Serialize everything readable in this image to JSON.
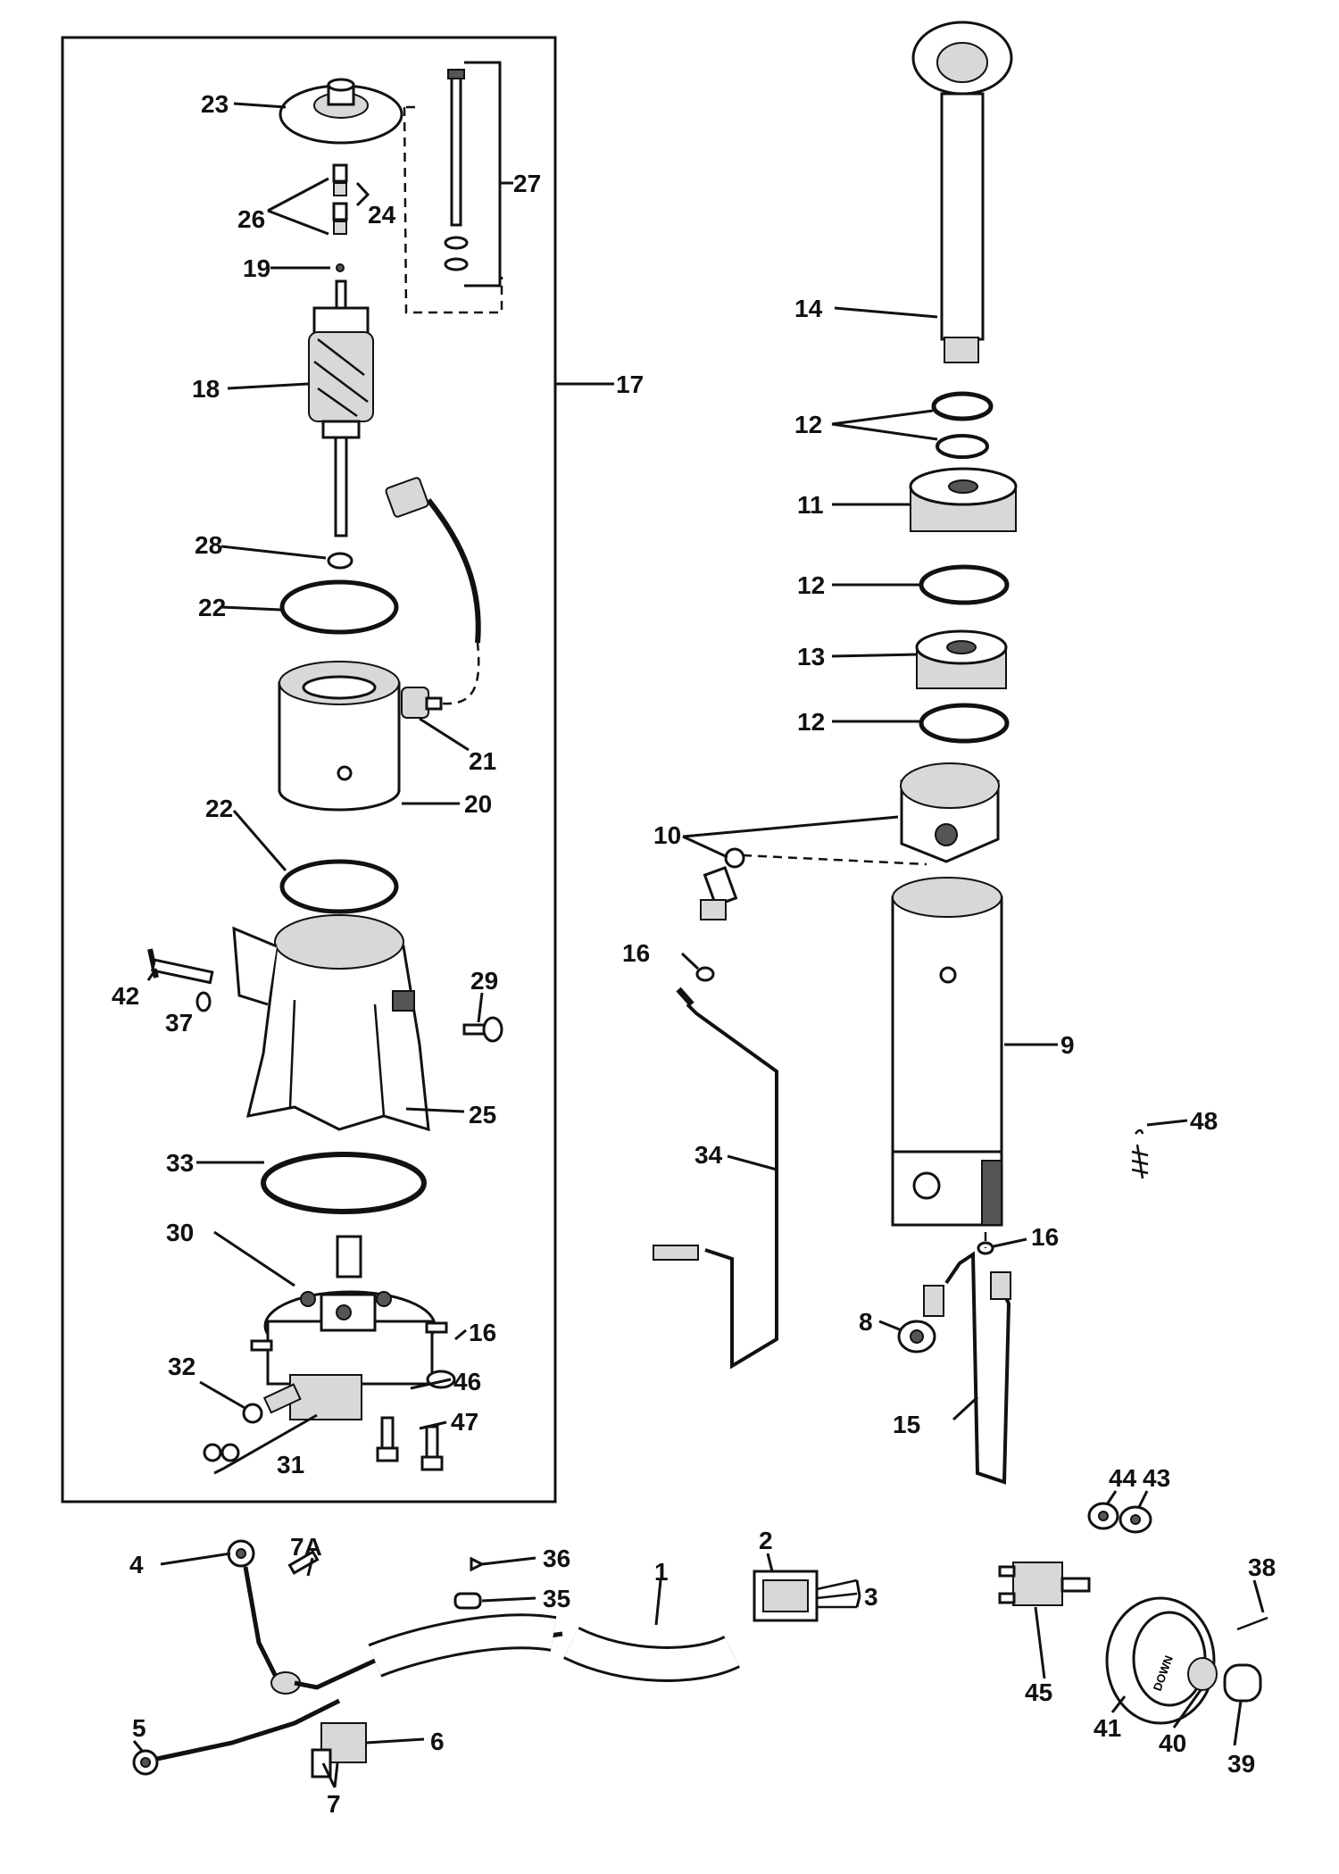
{
  "callouts": [
    {
      "id": "c1",
      "text": "1"
    },
    {
      "id": "c2",
      "text": "2"
    },
    {
      "id": "c3",
      "text": "3"
    },
    {
      "id": "c4",
      "text": "4"
    },
    {
      "id": "c5",
      "text": "5"
    },
    {
      "id": "c6",
      "text": "6"
    },
    {
      "id": "c7",
      "text": "7"
    },
    {
      "id": "c7a",
      "text": "7A"
    },
    {
      "id": "c8",
      "text": "8"
    },
    {
      "id": "c9",
      "text": "9"
    },
    {
      "id": "c10",
      "text": "10"
    },
    {
      "id": "c11",
      "text": "11"
    },
    {
      "id": "c12a",
      "text": "12"
    },
    {
      "id": "c12b",
      "text": "12"
    },
    {
      "id": "c12c",
      "text": "12"
    },
    {
      "id": "c13",
      "text": "13"
    },
    {
      "id": "c14",
      "text": "14"
    },
    {
      "id": "c15",
      "text": "15"
    },
    {
      "id": "c16a",
      "text": "16"
    },
    {
      "id": "c16b",
      "text": "16"
    },
    {
      "id": "c16c",
      "text": "16"
    },
    {
      "id": "c17",
      "text": "17"
    },
    {
      "id": "c18",
      "text": "18"
    },
    {
      "id": "c19",
      "text": "19"
    },
    {
      "id": "c20",
      "text": "20"
    },
    {
      "id": "c21",
      "text": "21"
    },
    {
      "id": "c22a",
      "text": "22"
    },
    {
      "id": "c22b",
      "text": "22"
    },
    {
      "id": "c23",
      "text": "23"
    },
    {
      "id": "c24",
      "text": "24"
    },
    {
      "id": "c25",
      "text": "25"
    },
    {
      "id": "c26",
      "text": "26"
    },
    {
      "id": "c27",
      "text": "27"
    },
    {
      "id": "c28",
      "text": "28"
    },
    {
      "id": "c29",
      "text": "29"
    },
    {
      "id": "c30",
      "text": "30"
    },
    {
      "id": "c31",
      "text": "31"
    },
    {
      "id": "c32",
      "text": "32"
    },
    {
      "id": "c33",
      "text": "33"
    },
    {
      "id": "c34",
      "text": "34"
    },
    {
      "id": "c35",
      "text": "35"
    },
    {
      "id": "c36",
      "text": "36"
    },
    {
      "id": "c37",
      "text": "37"
    },
    {
      "id": "c38",
      "text": "38"
    },
    {
      "id": "c39",
      "text": "39"
    },
    {
      "id": "c40",
      "text": "40"
    },
    {
      "id": "c41",
      "text": "41"
    },
    {
      "id": "c42",
      "text": "42"
    },
    {
      "id": "c43",
      "text": "43"
    },
    {
      "id": "c44",
      "text": "44"
    },
    {
      "id": "c45",
      "text": "45"
    },
    {
      "id": "c46",
      "text": "46"
    },
    {
      "id": "c47",
      "text": "47"
    },
    {
      "id": "c48",
      "text": "48"
    }
  ],
  "switch_plate_text": "DOWN"
}
